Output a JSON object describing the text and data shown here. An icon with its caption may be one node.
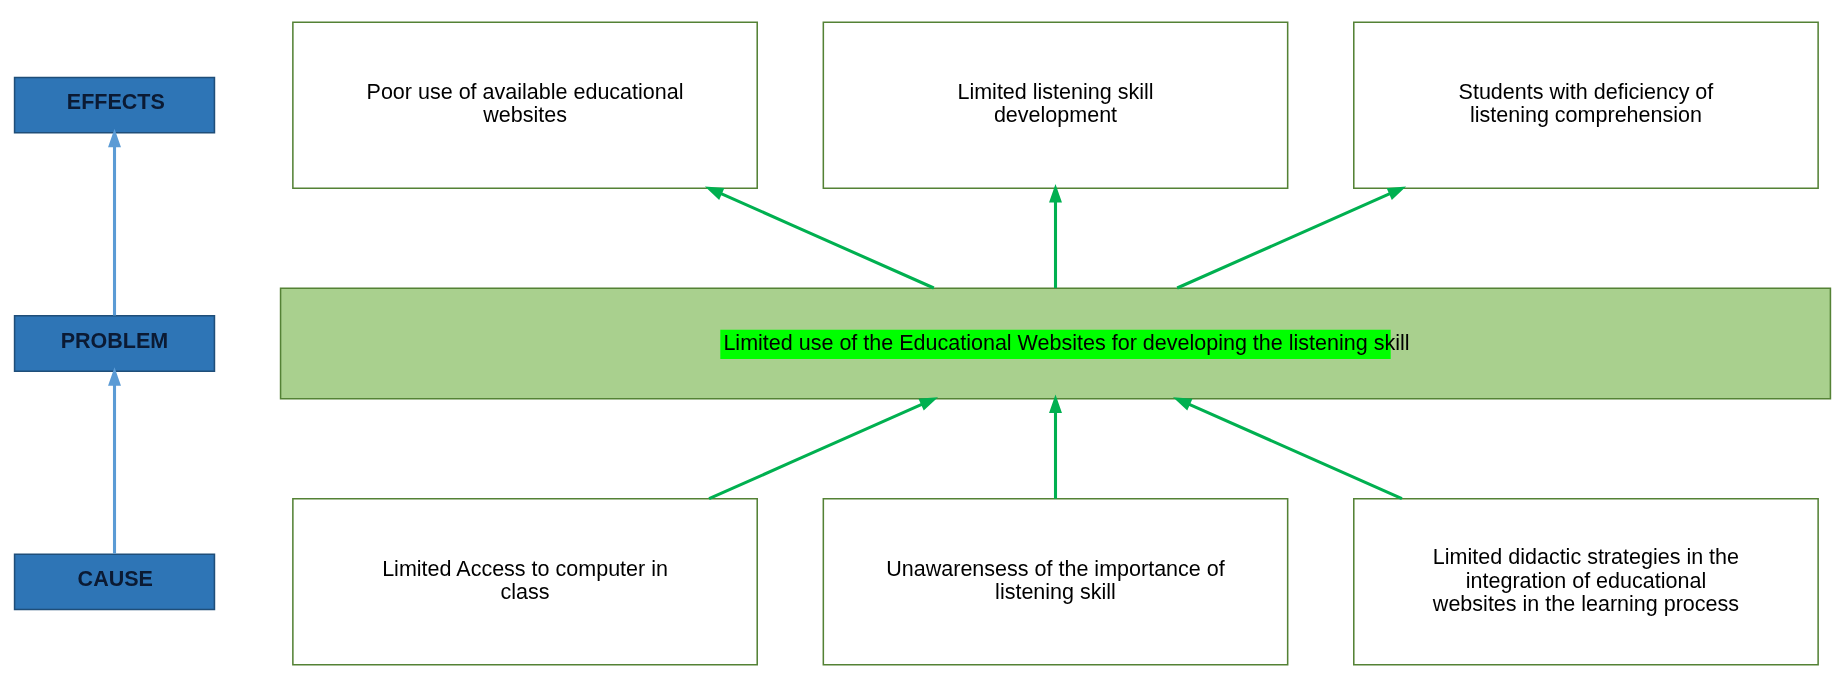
{
  "diagram": {
    "nodes": [
      {
        "text": [
          "EFFECTS"
        ]
      },
      {
        "text": [
          "PROBLEM"
        ]
      },
      {
        "text": [
          "CAUSE"
        ]
      },
      {
        "text": [
          "Poor use of available educational websites"
        ]
      },
      {
        "text": [
          "Limited listening skill development"
        ]
      },
      {
        "text": [
          "Students with deficiency of listening comprehension"
        ]
      },
      {
        "text": [
          "Limited use of the Educational Websites for developing the listening skill"
        ]
      },
      {
        "text": [
          "Limited Access to computer in class"
        ]
      },
      {
        "text": [
          "Unawarensess of the importance of listening skill"
        ]
      },
      {
        "text": [
          "Limited didactic strategies in the integration of educational websites in the learning process"
        ]
      }
    ],
    "edges": [
      {
        "from": 2,
        "to": 1,
        "arrow": "to",
        "color": "#5b9bd5"
      },
      {
        "from": 1,
        "to": 0,
        "arrow": "to",
        "color": "#5b9bd5"
      },
      {
        "from": 6,
        "to": 3,
        "arrow": "to"
      },
      {
        "from": 6,
        "to": 4,
        "arrow": "to"
      },
      {
        "from": 6,
        "to": 5,
        "arrow": "to"
      },
      {
        "from": 7,
        "to": 6,
        "arrow": "to"
      },
      {
        "from": 8,
        "to": 6,
        "arrow": "to"
      },
      {
        "from": 9,
        "to": 6,
        "arrow": "to"
      }
    ]
  }
}
